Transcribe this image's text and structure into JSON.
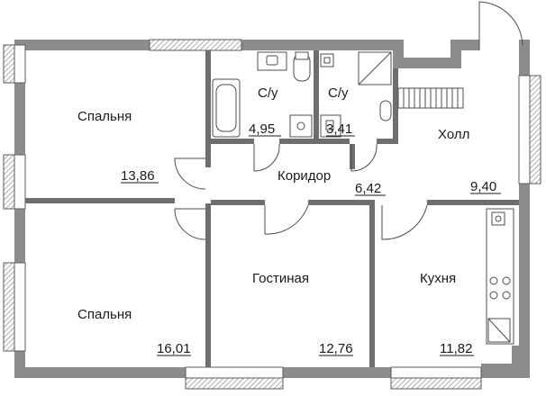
{
  "rooms": {
    "bedroom_top": {
      "name": "Спальня",
      "area": "13,86"
    },
    "bath_1": {
      "name": "С/у",
      "area": "4,95"
    },
    "bath_2": {
      "name": "С/у",
      "area": "3,41"
    },
    "hall": {
      "name": "Холл",
      "area": "9,40"
    },
    "corridor": {
      "name": "Коридор",
      "area": "6,42"
    },
    "bedroom_bottom": {
      "name": "Спальня",
      "area": "16,01"
    },
    "living": {
      "name": "Гостиная",
      "area": "12,76"
    },
    "kitchen": {
      "name": "Кухня",
      "area": "11,82"
    }
  }
}
